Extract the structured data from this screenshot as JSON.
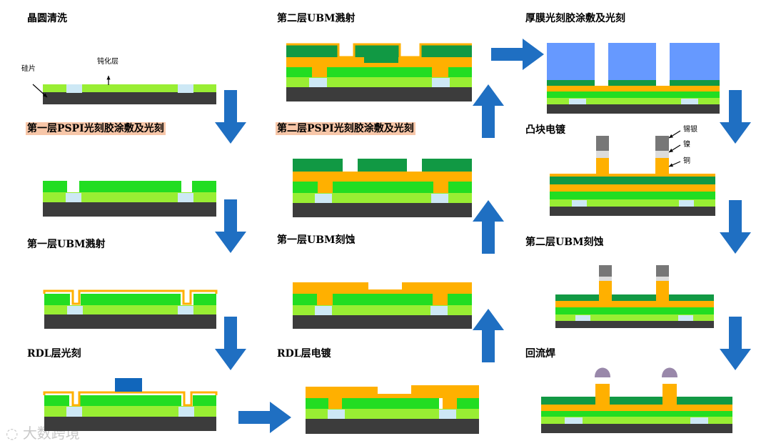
{
  "labels": {
    "s1": "晶圆清洗",
    "s2": "第一层PSPI光刻胶涂敷及光刻",
    "s3": "第一层UBM溅射",
    "s4": "RDL层光刻",
    "s5": "RDL层电镀",
    "s6": "第一层UBM刻蚀",
    "s7": "第二层PSPI光刻胶涂敷及光刻",
    "s8": "第二层UBM溅射",
    "s9": "厚膜光刻胶涂敷及光刻",
    "s10": "凸块电镀",
    "s11": "第二层UBM刻蚀",
    "s12": "回流焊"
  },
  "annotations": {
    "silicon": "硅片",
    "passivation": "钝化层",
    "tin_silver": "锡银",
    "nickel": "镍",
    "copper": "铜"
  },
  "watermark": "大数跨境",
  "colors": {
    "silicon": "#3c3c3c",
    "passivation": "#99ee33",
    "pad": "#cde8f5",
    "pspi": "#22dd22",
    "pspi2": "#119944",
    "ubm": "#ffb000",
    "resist": "#1166bb",
    "thick_resist": "#6699ff",
    "tin_silver": "#777777",
    "nickel": "#dcdcdc",
    "solder": "#9988aa",
    "arrow": "#1f6fc2"
  }
}
